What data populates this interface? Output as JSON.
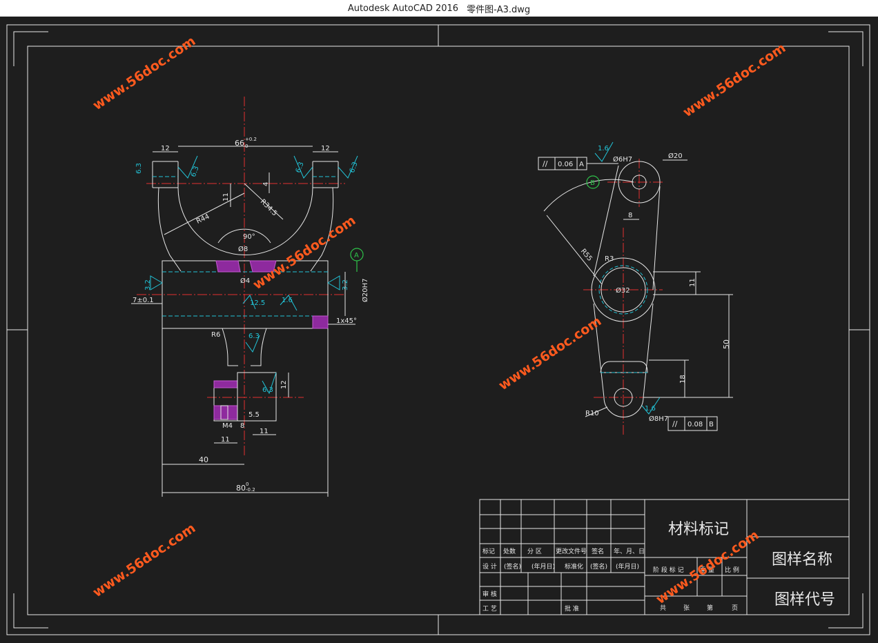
{
  "window": {
    "app_title": "Autodesk AutoCAD 2016",
    "file_name": "零件图-A3.dwg"
  },
  "watermark": "www.56doc.com",
  "left_view": {
    "dim_top": "66",
    "dim_top_tol": "+0.2",
    "dim_top_tol_low": "0",
    "dim_12_left": "12",
    "dim_12_right": "12",
    "rough_6_3": "6.3",
    "dim_11": "11",
    "dim_4": "4",
    "dim_r44": "R44",
    "dim_r34_5": "R34.5",
    "dim_90": "90°",
    "dim_phi8": "Ø8",
    "dim_phi4": "Ø4",
    "rough_3_2": "3.2",
    "dim_7": "7±0.1",
    "rough_12_5": "12.5",
    "rough_1_6": "1.6",
    "dim_phi20h7": "Ø20H7",
    "dim_chamfer": "1x45°",
    "dim_r6": "R6",
    "dim_12_mid": "12",
    "dim_m4": "M4",
    "dim_5_5": "5.5",
    "dim_8": "8",
    "dim_11_a": "11",
    "dim_11_b": "11",
    "dim_40": "40",
    "dim_80": "80",
    "dim_80_tol": "0",
    "dim_80_tol_low": "-0.2",
    "datum_a": "A"
  },
  "right_view": {
    "rough_1_6_top": "1.6",
    "tol_parallel": "//",
    "tol_val_1": "0.06",
    "tol_ref_1": "A",
    "dim_phi6h7": "Ø6H7",
    "dim_phi20": "Ø20",
    "datum_b": "B",
    "dim_8": "8",
    "dim_r55": "R55",
    "dim_r3": "R3",
    "dim_phi32": "Ø32",
    "dim_11": "11",
    "dim_50": "50",
    "dim_18": "18",
    "dim_r10": "R10",
    "rough_1_6_bottom": "1.6",
    "dim_phi8h7": "Ø8H7",
    "tol_val_2": "0.08",
    "tol_ref_2": "B"
  },
  "title_block": {
    "material_mark": "材料标记",
    "drawing_name": "图样名称",
    "drawing_code": "图样代号",
    "row_headers": [
      "标记",
      "处数",
      "分 区",
      "更改文件号",
      "签名",
      "年、月、日"
    ],
    "design_row": [
      "设 计",
      "(签名)",
      "(年月日)",
      "标准化",
      "(签名)",
      "(年月日)"
    ],
    "stage_labels": [
      "阶 段 标 记",
      "重 量",
      "比 例"
    ],
    "review": "审 核",
    "process": "工 艺",
    "approve": "批 准",
    "sheet_info": [
      "共",
      "张",
      "第",
      "页"
    ]
  }
}
